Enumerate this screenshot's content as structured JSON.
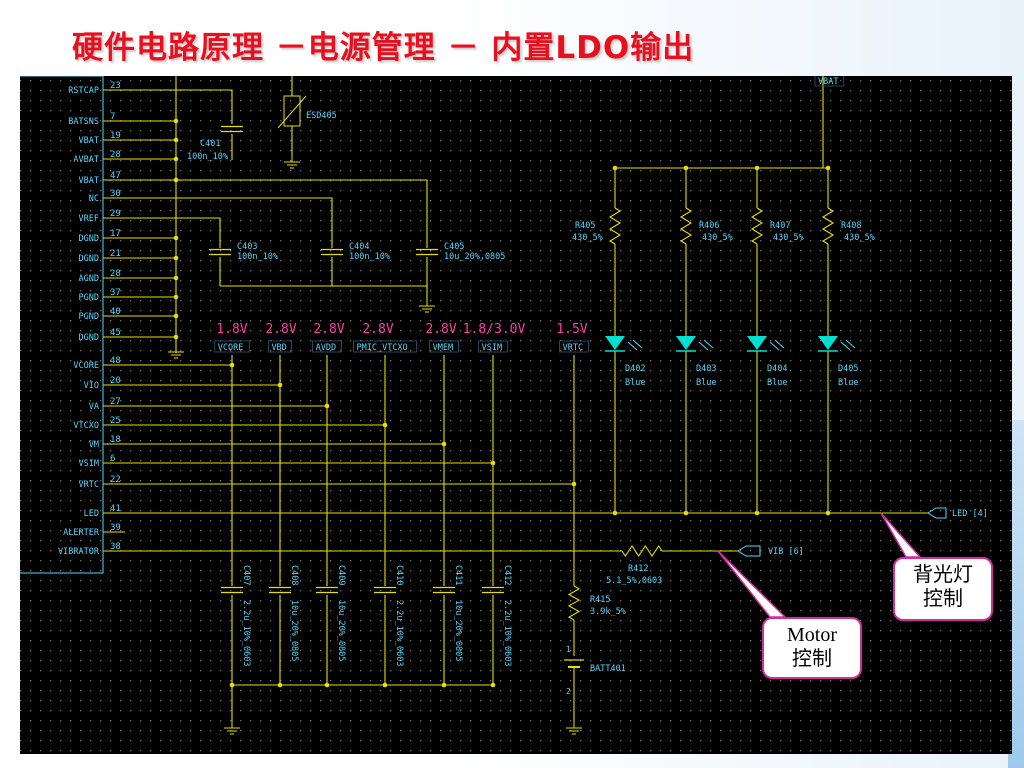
{
  "slide": {
    "title": "硬件电路原理 －电源管理 － 内置LDO输出"
  },
  "pins": [
    {
      "name": "RSTCAP",
      "num": "23"
    },
    {
      "name": "BATSNS",
      "num": "7"
    },
    {
      "name": "VBAT",
      "num": "19"
    },
    {
      "name": "AVBAT",
      "num": "28"
    },
    {
      "name": "VBAT",
      "num": "47"
    },
    {
      "name": "NC",
      "num": "30"
    },
    {
      "name": "VREF",
      "num": "29"
    },
    {
      "name": "DGND",
      "num": "17"
    },
    {
      "name": "DGND",
      "num": "21"
    },
    {
      "name": "AGND",
      "num": "28"
    },
    {
      "name": "PGND",
      "num": "37"
    },
    {
      "name": "PGND",
      "num": "40"
    },
    {
      "name": "DGND",
      "num": "45"
    },
    {
      "name": "VCORE",
      "num": "48"
    },
    {
      "name": "VIO",
      "num": "20"
    },
    {
      "name": "VA",
      "num": "27"
    },
    {
      "name": "VTCXO",
      "num": "25"
    },
    {
      "name": "VM",
      "num": "18"
    },
    {
      "name": "VSIM",
      "num": "6"
    },
    {
      "name": "VRTC",
      "num": "22"
    },
    {
      "name": "LED",
      "num": "41"
    },
    {
      "name": "ALERTER",
      "num": "39"
    },
    {
      "name": "VIBRATOR",
      "num": "38"
    }
  ],
  "top_parts": {
    "c401": {
      "ref": "C401",
      "val": "100n_10%"
    },
    "esd": {
      "ref": "ESD405"
    },
    "c403": {
      "ref": "C403",
      "val": "100n_10%"
    },
    "c404": {
      "ref": "C404",
      "val": "100n_10%"
    },
    "c405": {
      "ref": "C405",
      "val": "10u_20%,0805"
    },
    "vbat_port": "VBAT"
  },
  "voltages": [
    "1.8V",
    "2.8V",
    "2.8V",
    "2.8V",
    "2.8V",
    "1.8/3.0V",
    "1.5V"
  ],
  "rails": [
    "VCORE",
    "VBD",
    "AVDD",
    "PMIC_VTCXO",
    "VMEM",
    "VSIM",
    "VRTC"
  ],
  "bottom_caps": [
    {
      "ref": "C407",
      "val": "2.2u_10%_0603"
    },
    {
      "ref": "C408",
      "val": "10u_20%_0805"
    },
    {
      "ref": "C409",
      "val": "10u_20%_0805"
    },
    {
      "ref": "C410",
      "val": "2.2u_10%_0603"
    },
    {
      "ref": "C411",
      "val": "10u_20%_0805"
    },
    {
      "ref": "C412",
      "val": "2.2u_10%_0603"
    }
  ],
  "led_resistors": [
    {
      "ref": "R405",
      "val": "430_5%"
    },
    {
      "ref": "R406",
      "val": "430_5%"
    },
    {
      "ref": "R407",
      "val": "430_5%"
    },
    {
      "ref": "R408",
      "val": "430_5%"
    }
  ],
  "leds": [
    {
      "ref": "D402",
      "val": "Blue"
    },
    {
      "ref": "D403",
      "val": "Blue"
    },
    {
      "ref": "D404",
      "val": "Blue"
    },
    {
      "ref": "D405",
      "val": "Blue"
    }
  ],
  "vib_parts": {
    "r412": {
      "ref": "R412",
      "val": "5.1_5%,0603"
    },
    "r415": {
      "ref": "R415",
      "val": "3.9k_5%"
    },
    "batt": {
      "ref": "BATT401",
      "pin1": "1",
      "pin2": "2"
    }
  },
  "ports": {
    "led": "LED [4]",
    "vib": "VIB [6]"
  },
  "callouts": {
    "backlight": [
      "背光灯",
      "控制"
    ],
    "motor": [
      "Motor",
      "控制"
    ]
  },
  "colors": {
    "title": "#e8101e",
    "wire": "#e6e000",
    "label": "#4fd8ff",
    "voltage": "#ff3aa8",
    "callout_border": "#d12d9d",
    "led": "#00e0d0"
  }
}
